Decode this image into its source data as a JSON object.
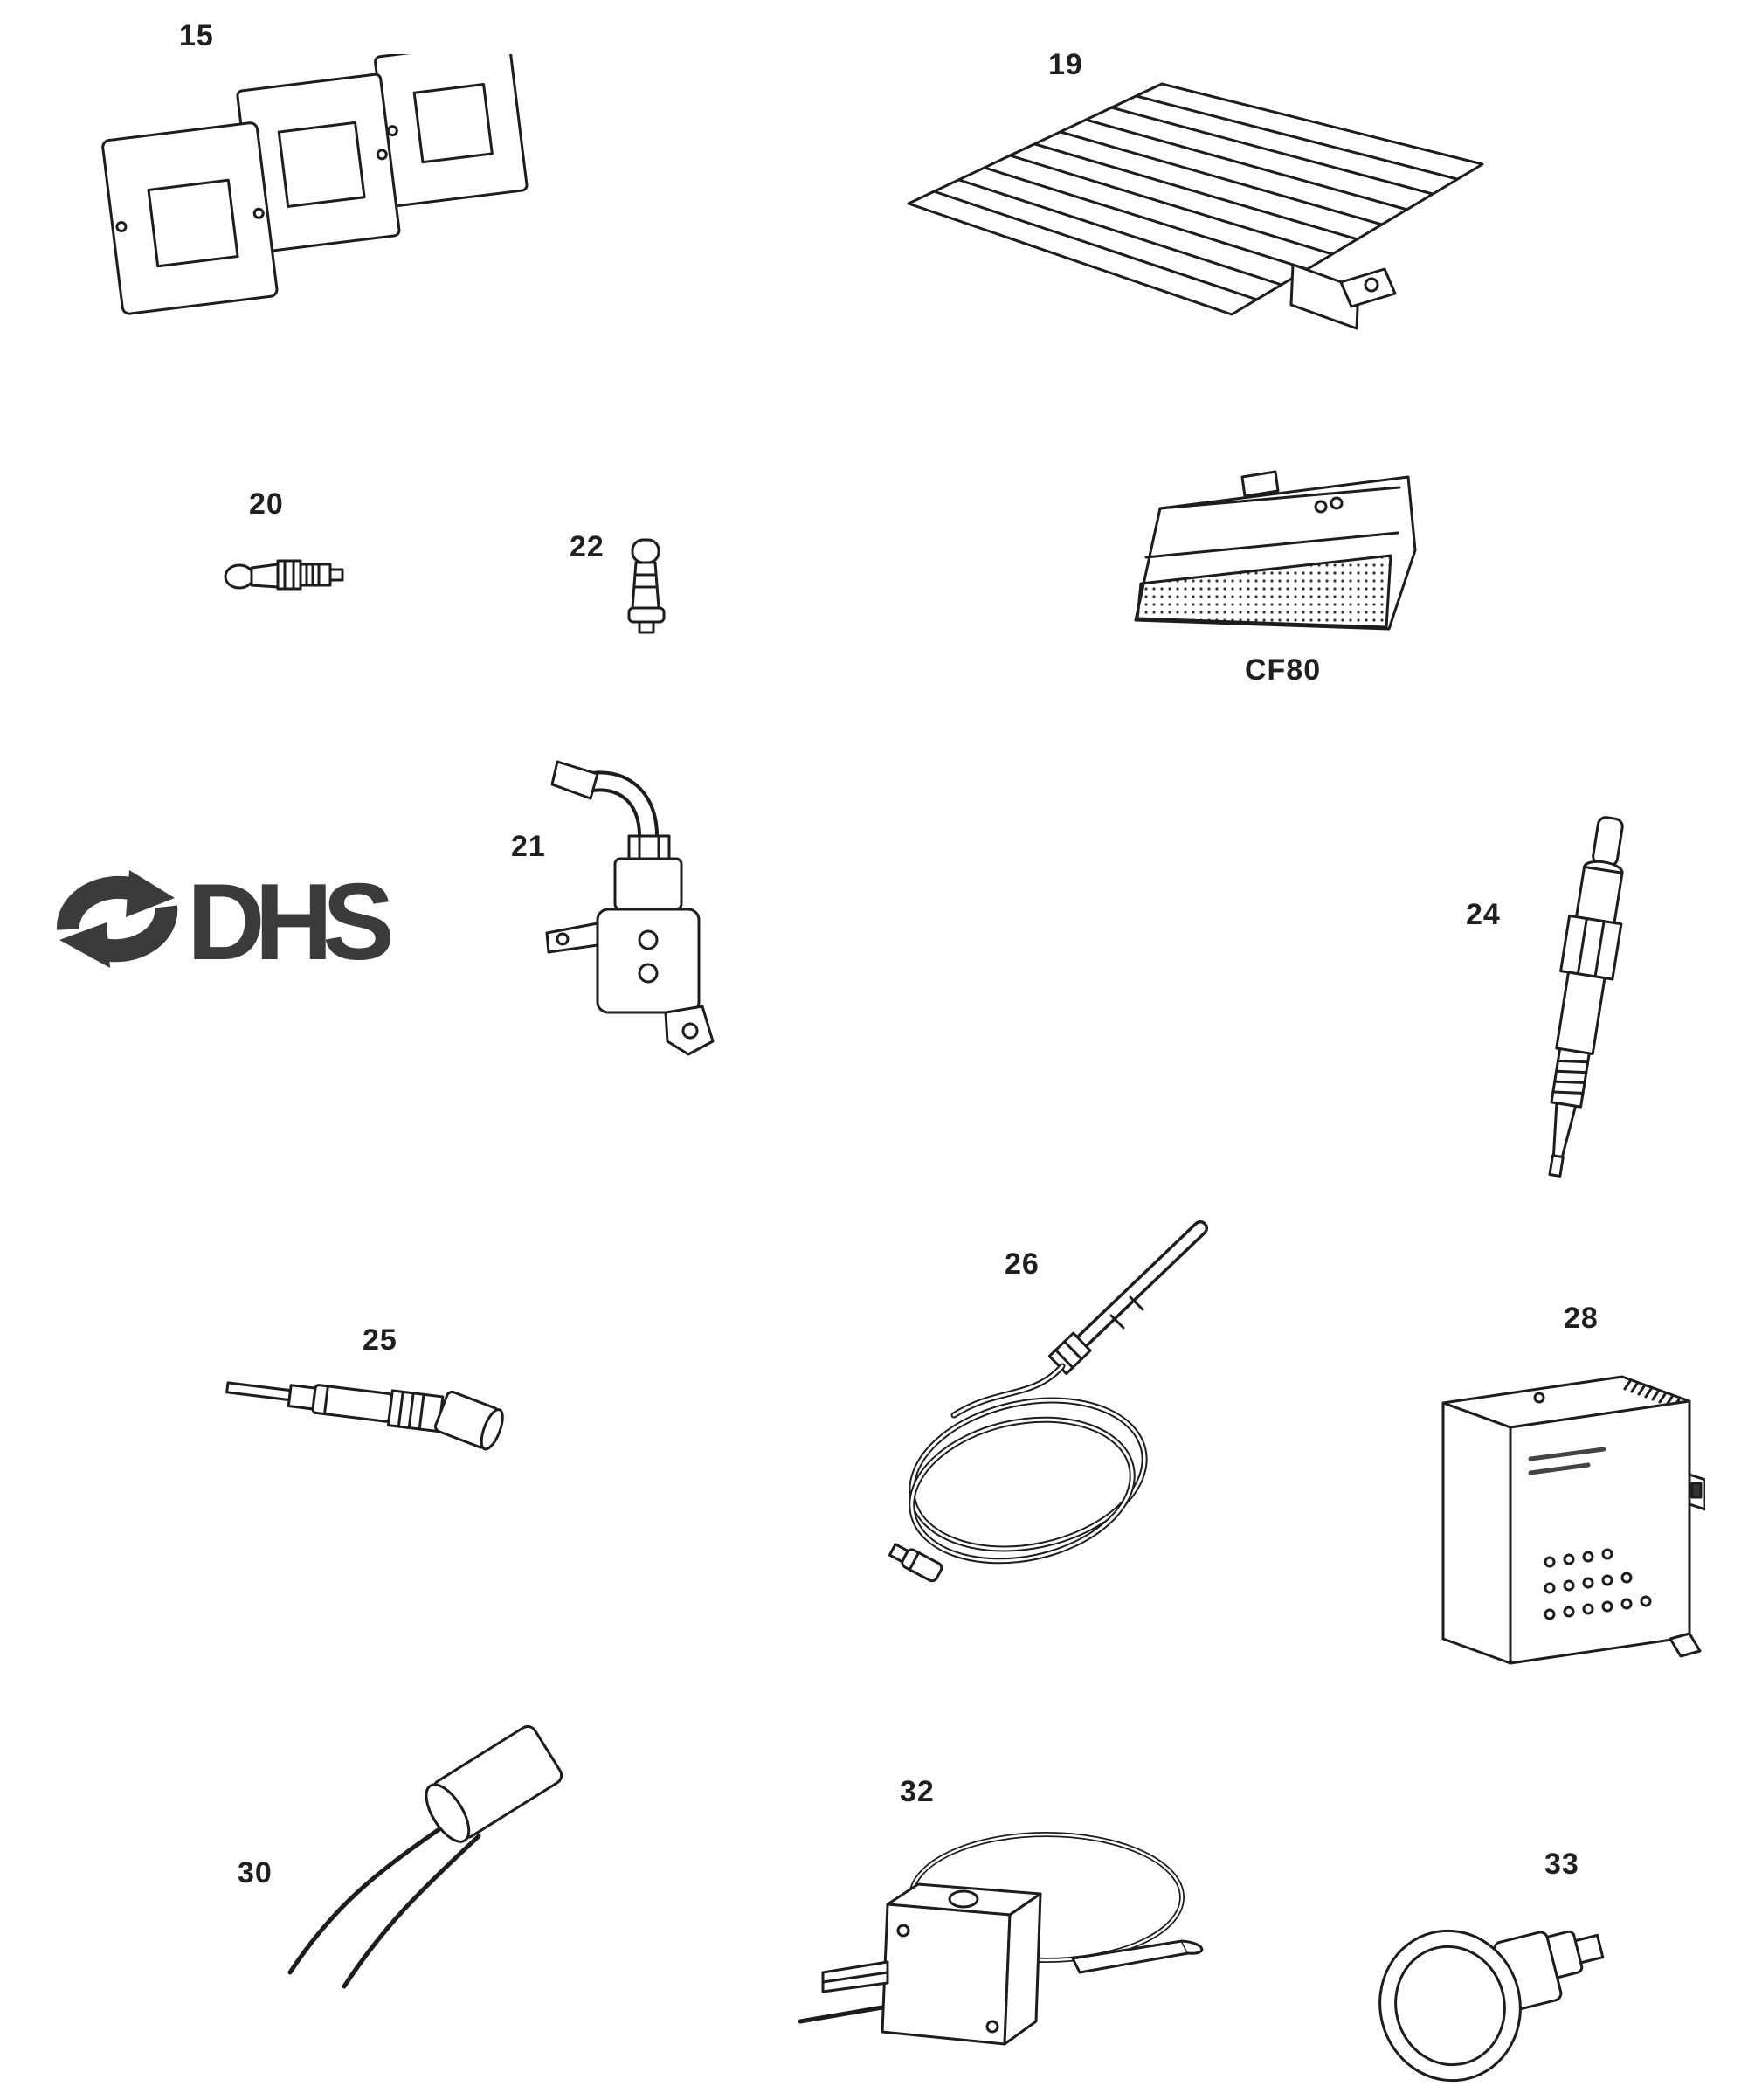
{
  "page": {
    "background": "#ffffff",
    "ink_color": "#1d1d1d",
    "kind": "parts-diagram"
  },
  "logo": {
    "text": "DHS",
    "color": "#3b3b3b"
  },
  "parts": {
    "p15": {
      "label": "15",
      "name": "gasket-plate-set"
    },
    "p19": {
      "label": "19",
      "name": "burner-grid"
    },
    "p20": {
      "label": "20",
      "name": "pilot-bulb"
    },
    "p21": {
      "label": "21",
      "name": "pilot-assembly"
    },
    "p22": {
      "label": "22",
      "name": "injector"
    },
    "p24": {
      "label": "24",
      "name": "glow-plug"
    },
    "p25": {
      "label": "25",
      "name": "electrode"
    },
    "p26": {
      "label": "26",
      "name": "thermocouple"
    },
    "p28": {
      "label": "28",
      "name": "control-box"
    },
    "p30": {
      "label": "30",
      "name": "sensor-probe"
    },
    "p32": {
      "label": "32",
      "name": "thermostat"
    },
    "p33": {
      "label": "33",
      "name": "control-knob"
    },
    "cf80": {
      "label": "CF80",
      "name": "burner-brick"
    }
  }
}
